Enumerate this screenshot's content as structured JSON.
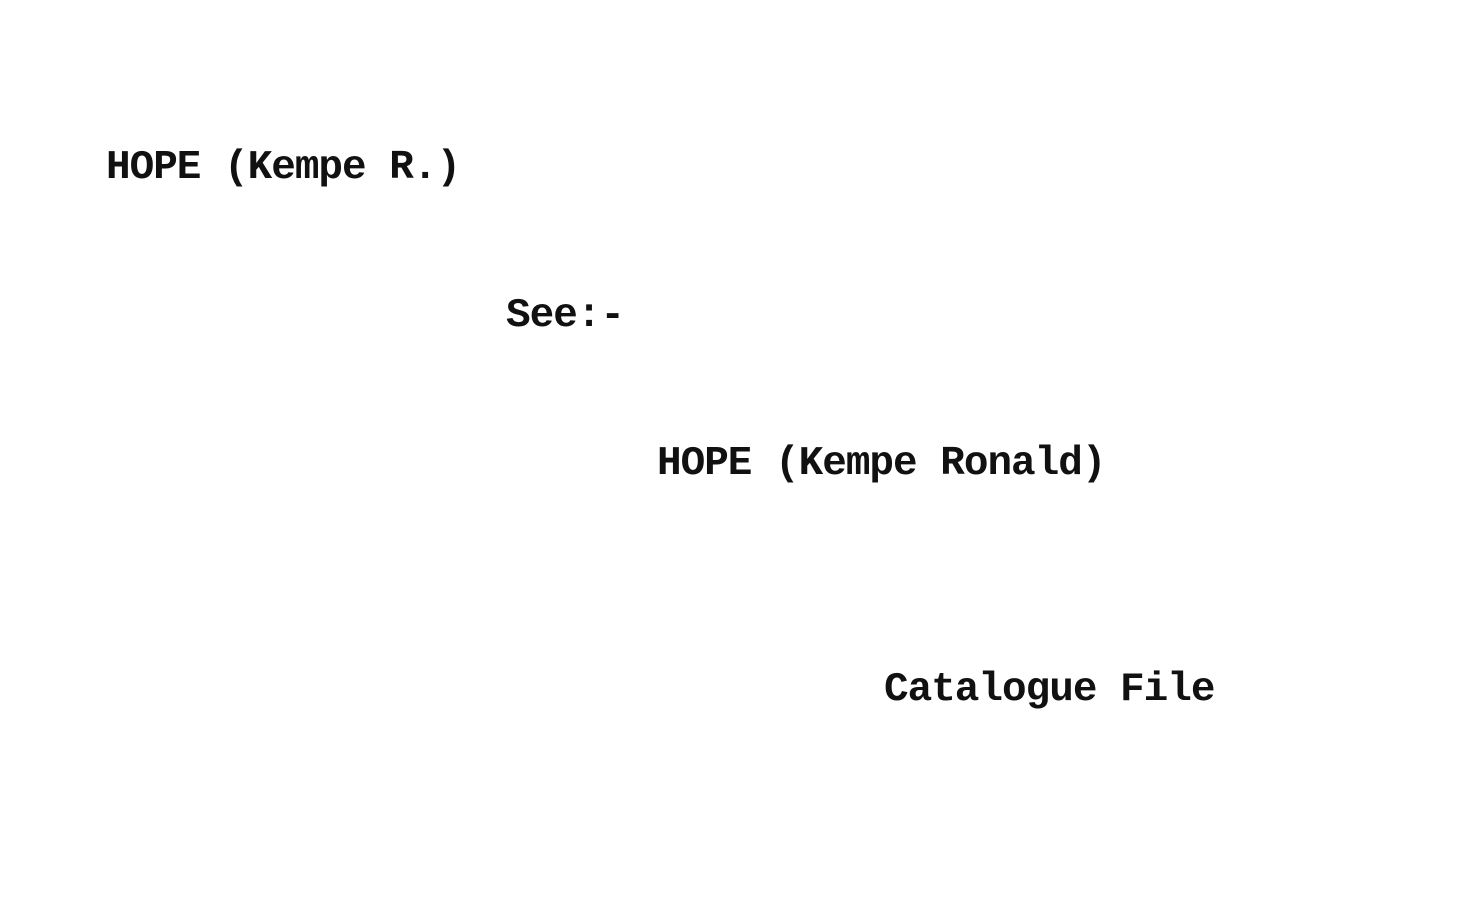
{
  "card": {
    "heading": "HOPE (Kempe R.)",
    "see_label": "See:-",
    "reference": "HOPE (Kempe Ronald)",
    "file_note": "Catalogue File"
  },
  "colors": {
    "ink": "#111111",
    "paper": "#ffffff"
  }
}
